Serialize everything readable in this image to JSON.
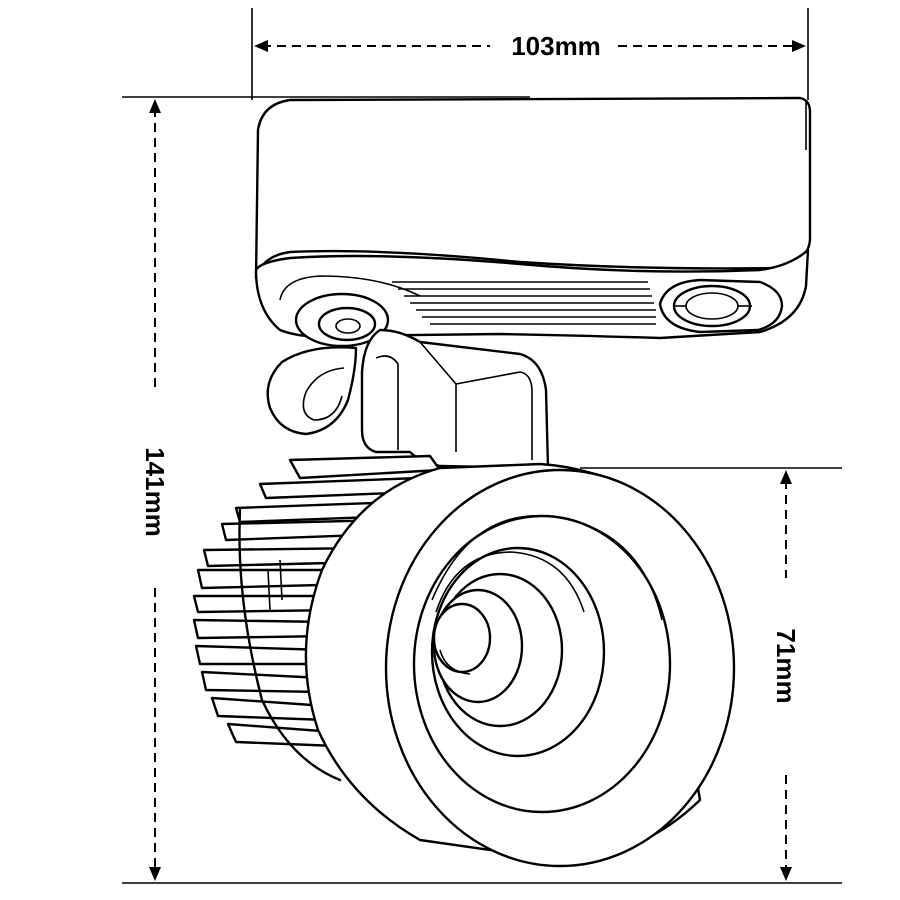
{
  "dimensions": {
    "width_label": "103mm",
    "height_label": "141mm",
    "head_height_label": "71mm"
  }
}
